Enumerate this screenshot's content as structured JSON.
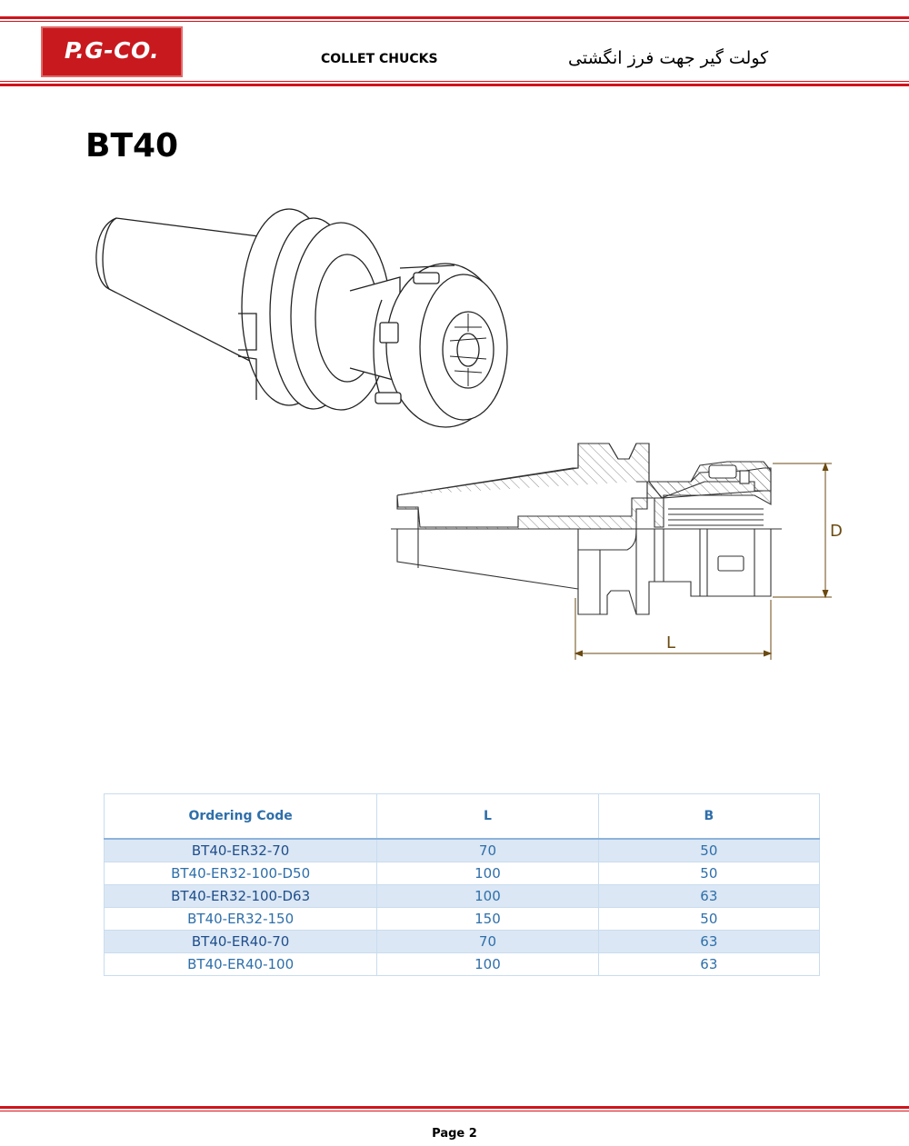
{
  "header": {
    "logo": "P.G-CO.",
    "title": "COLLET CHUCKS",
    "title_fa": "کولت گیر جهت فرز انگشتی"
  },
  "model": "BT40",
  "drawing": {
    "dim_d": "D",
    "dim_l": "L"
  },
  "table": {
    "headers": [
      "Ordering Code",
      "L",
      "B"
    ],
    "rows": [
      {
        "code": "BT40-ER32-70",
        "l": "70",
        "b": "50"
      },
      {
        "code": "BT40-ER32-100-D50",
        "l": "100",
        "b": "50"
      },
      {
        "code": "BT40-ER32-100-D63",
        "l": "100",
        "b": "63"
      },
      {
        "code": "BT40-ER32-150",
        "l": "150",
        "b": "50"
      },
      {
        "code": "BT40-ER40-70",
        "l": "70",
        "b": "63"
      },
      {
        "code": "BT40-ER40-100",
        "l": "100",
        "b": "63"
      }
    ]
  },
  "footer": {
    "page": "Page 2"
  },
  "colors": {
    "brand_red": "#c8191e",
    "table_text": "#2e6faa",
    "row_shade": "#dbe7f4"
  }
}
